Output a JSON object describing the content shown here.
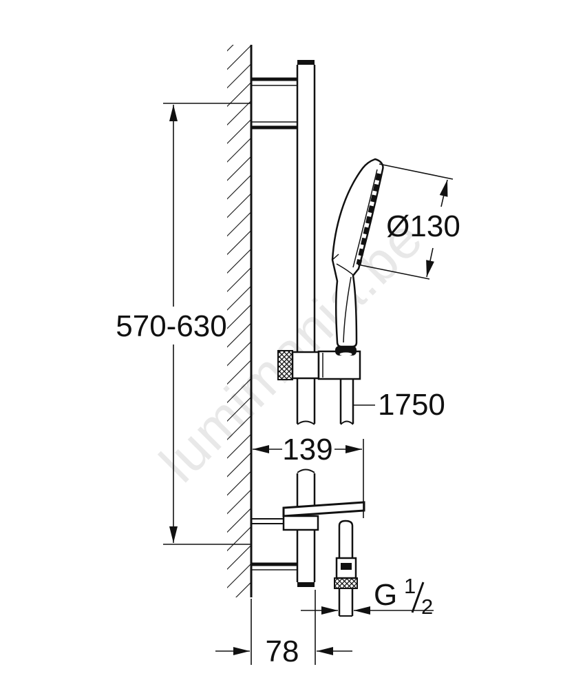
{
  "watermark": {
    "text": "lumimania.be"
  },
  "dimensions": {
    "rail_height": "570-630",
    "head_diameter": "Ø130",
    "hose_length": "1750",
    "holder_offset": "139",
    "wall_offset": "78",
    "thread_letter": "G",
    "thread_numerator": "1",
    "thread_denominator": "2"
  }
}
